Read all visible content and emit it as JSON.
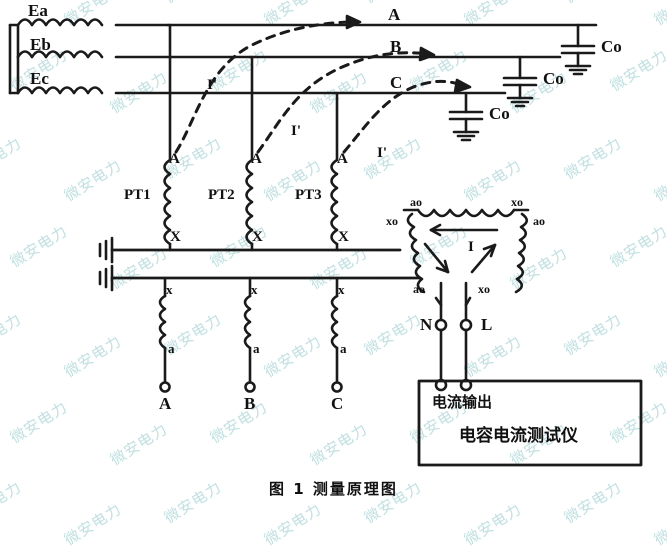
{
  "figure": {
    "caption": "图 1 测量原理图",
    "watermark_text": "微安电力",
    "watermark_color": "#bcdfe0",
    "line_color": "#1a1a1a",
    "background": "#ffffff"
  },
  "source": {
    "windings": [
      {
        "label": "Ea",
        "phase": "A"
      },
      {
        "label": "Eb",
        "phase": "B"
      },
      {
        "label": "Ec",
        "phase": "C"
      }
    ]
  },
  "bus_lines": [
    {
      "label": "A"
    },
    {
      "label": "B"
    },
    {
      "label": "C"
    }
  ],
  "capacitors": [
    {
      "label": "Co",
      "phase": "A"
    },
    {
      "label": "Co",
      "phase": "B"
    },
    {
      "label": "Co",
      "phase": "C"
    }
  ],
  "potential_transformers": [
    {
      "name": "PT1",
      "primary_top": "A",
      "primary_bottom": "X",
      "secondary_top": "x",
      "secondary_bottom": "a",
      "output_terminal": "A"
    },
    {
      "name": "PT2",
      "primary_top": "A",
      "primary_bottom": "X",
      "secondary_top": "x",
      "secondary_bottom": "a",
      "output_terminal": "B"
    },
    {
      "name": "PT3",
      "primary_top": "A",
      "primary_bottom": "X",
      "secondary_top": "x",
      "secondary_bottom": "a",
      "output_terminal": "C"
    }
  ],
  "current_arrows": [
    {
      "label": "I'"
    },
    {
      "label": "I'"
    },
    {
      "label": "I'"
    }
  ],
  "open_delta": {
    "terminals": {
      "top_left": "ao",
      "top_right": "xo",
      "left": "xo",
      "right": "ao",
      "bottom_left": "ao",
      "bottom_right": "xo"
    },
    "current_label": "I"
  },
  "meter_terminals": [
    {
      "label": "N"
    },
    {
      "label": "L"
    }
  ],
  "instrument": {
    "port_label": "电流输出",
    "title": "电容电流测试仪"
  }
}
